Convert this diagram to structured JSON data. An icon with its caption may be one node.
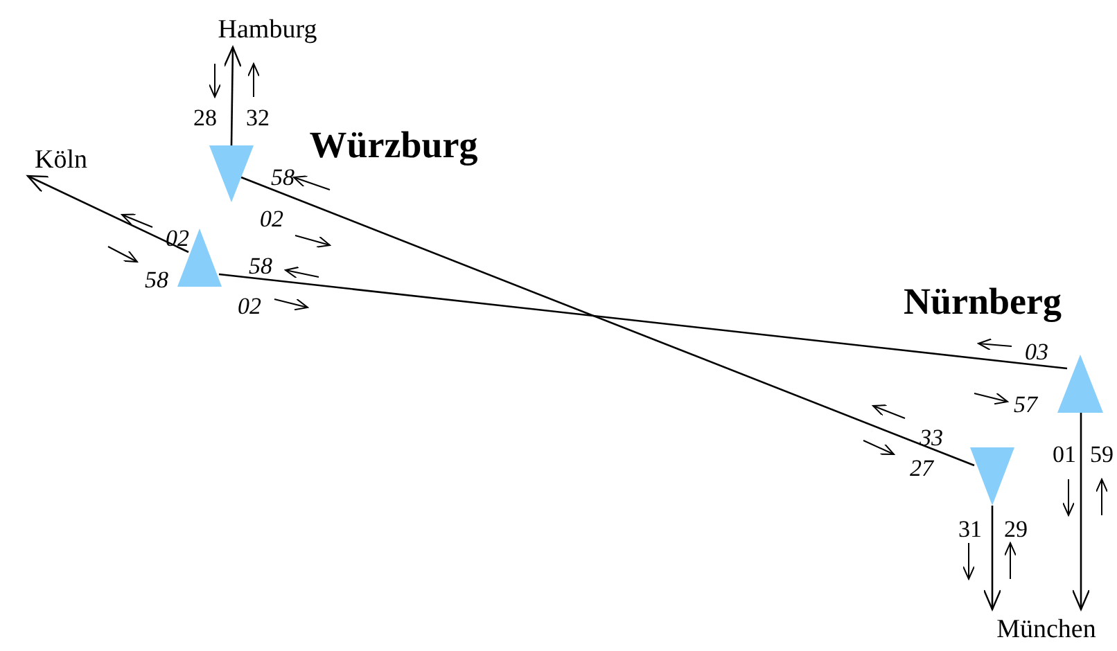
{
  "diagram": {
    "nodes": [
      {
        "text": [
          "Hamburg"
        ]
      },
      {
        "text": [
          "Köln"
        ]
      },
      {
        "text": [],
        "shape": "triangle",
        "beside": [
          "Würzburg"
        ]
      },
      {
        "text": [],
        "shape": "triangle"
      },
      {
        "text": [],
        "shape": "triangle",
        "beside": [
          "Nürnberg"
        ]
      },
      {
        "text": [],
        "shape": "triangle"
      },
      {
        "text": [
          "München"
        ]
      }
    ],
    "edges": [
      {
        "from": 2,
        "to": 0,
        "arrow": "to"
      },
      {
        "from": 3,
        "to": 1,
        "arrow": "to"
      },
      {
        "from": 2,
        "to": 5,
        "arrow": "none"
      },
      {
        "from": 3,
        "to": 4,
        "arrow": "none"
      },
      {
        "from": 5,
        "to": 6,
        "arrow": "to"
      },
      {
        "from": 4,
        "to": 6,
        "arrow": "to"
      }
    ],
    "labels": [
      "28",
      "32",
      "58",
      "02",
      "02",
      "58",
      "58",
      "02",
      "03",
      "57",
      "33",
      "01",
      "59",
      "27",
      "31",
      "29"
    ]
  }
}
